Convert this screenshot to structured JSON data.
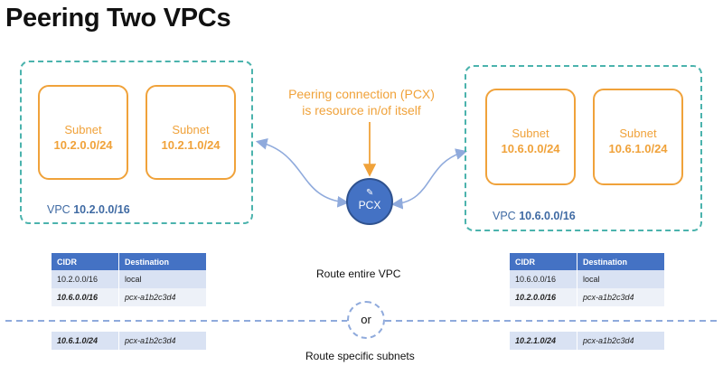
{
  "title": "Peering Two VPCs",
  "pcx_note": {
    "line1": "Peering connection (PCX)",
    "line2": "is resource in/of itself"
  },
  "pcx_label": "PCX",
  "left_vpc": {
    "label_prefix": "VPC ",
    "label_value": "10.2.0.0/16",
    "subnets": [
      {
        "name": "Subnet",
        "cidr": "10.2.0.0/24"
      },
      {
        "name": "Subnet",
        "cidr": "10.2.1.0/24"
      }
    ]
  },
  "right_vpc": {
    "label_prefix": "VPC ",
    "label_value": "10.6.0.0/16",
    "subnets": [
      {
        "name": "Subnet",
        "cidr": "10.6.0.0/24"
      },
      {
        "name": "Subnet",
        "cidr": "10.6.1.0/24"
      }
    ]
  },
  "table_headers": {
    "cidr": "CIDR",
    "destination": "Destination"
  },
  "left_route_table": [
    {
      "cidr": "10.2.0.0/16",
      "destination": "local"
    },
    {
      "cidr": "10.6.0.0/16",
      "destination": "pcx-a1b2c3d4"
    }
  ],
  "right_route_table": [
    {
      "cidr": "10.6.0.0/16",
      "destination": "local"
    },
    {
      "cidr": "10.2.0.0/16",
      "destination": "pcx-a1b2c3d4"
    }
  ],
  "left_specific_route": {
    "cidr": "10.6.1.0/24",
    "destination": "pcx-a1b2c3d4"
  },
  "right_specific_route": {
    "cidr": "10.2.1.0/24",
    "destination": "pcx-a1b2c3d4"
  },
  "route_entire_vpc": "Route entire VPC",
  "or_label": "or",
  "route_specific_subnets": "Route specific subnets",
  "colors": {
    "vpc_border": "#4bb3ad",
    "subnet_border": "#f0a23a",
    "pcx_fill": "#4472c4",
    "table_header": "#4472c4"
  }
}
